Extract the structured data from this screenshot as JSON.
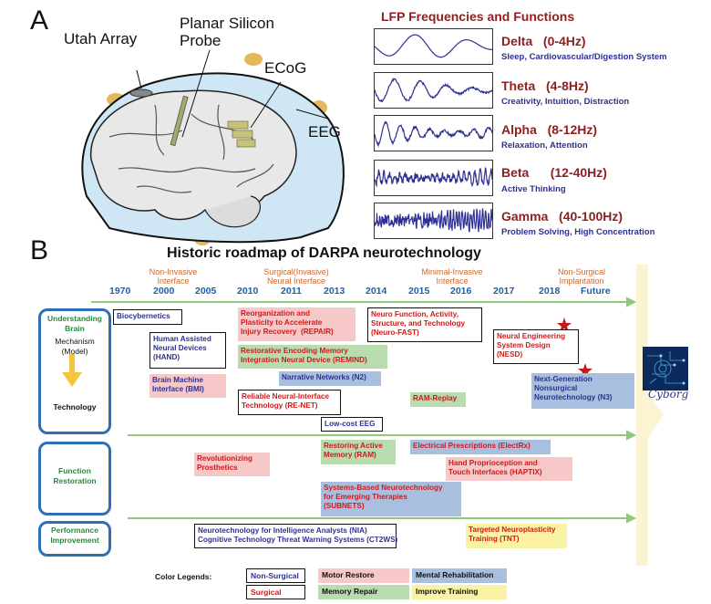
{
  "panel_a": {
    "letter": "A",
    "labels": {
      "utah": "Utah Array",
      "planar": "Planar Silicon\nProbe",
      "ecog": "ECoG",
      "eeg": "EEG"
    },
    "lfp_title": "LFP Frequencies and Functions",
    "bands": [
      {
        "name": "Delta",
        "range": "(0-4Hz)",
        "function": "Sleep, Cardiovascular/Digestion System"
      },
      {
        "name": "Theta",
        "range": "(4-8Hz)",
        "function": "Creativity, Intuition, Distraction"
      },
      {
        "name": "Alpha",
        "range": "(8-12Hz)",
        "function": "Relaxation, Attention"
      },
      {
        "name": "Beta",
        "range": "(12-40Hz)",
        "function": "Active Thinking"
      },
      {
        "name": "Gamma",
        "range": "(40-100Hz)",
        "function": "Problem Solving, High Concentration"
      }
    ],
    "colors": {
      "wave": "#2e3192",
      "band_name": "#8e1f1f",
      "head": "#cfe6f5",
      "brain": "#e8e8e8"
    }
  },
  "panel_b": {
    "letter": "B",
    "title": "Historic roadmap of DARPA neurotechnology",
    "years": [
      "1970",
      "2000",
      "2005",
      "2010",
      "2011",
      "2013",
      "2014",
      "2015",
      "2016",
      "2017",
      "2018",
      "Future"
    ],
    "eras": [
      "Non-Invasive\nInterface",
      "Surgical(Invasive)\nNeural Interface",
      "Minimal-Invasive\nInterface",
      "Non-Surgical\nImplantation"
    ],
    "rows": {
      "understanding": "Understanding\nBrain",
      "mechanism": "Mechanism\n(Model)",
      "technology": "Technology",
      "function": "Function\nRestoration",
      "performance": "Performance\nImprovement"
    },
    "cyborg": "Cyborg",
    "programs": [
      {
        "key": "bioc",
        "text": "Biocybernetics",
        "cat": "ns"
      },
      {
        "key": "hand",
        "text": "Human Assisted\nNeural Devices\n(HAND)",
        "cat": "ns"
      },
      {
        "key": "bmi",
        "text": "Brain Machine\nInterface (BMI)",
        "cat": "mot_ns"
      },
      {
        "key": "repair",
        "text": "Reorganization and\nPlasticity to Accelerate\nInjury Recovery  (REPAIR)",
        "cat": "mot"
      },
      {
        "key": "remind",
        "text": "Restorative Encoding Memory\nIntegration Neural Device (REMIND)",
        "cat": "mem"
      },
      {
        "key": "n2",
        "text": "Narrative Networks (N2)",
        "cat": "men"
      },
      {
        "key": "renet",
        "text": "Reliable Neural-Interface\nTechnology (RE-NET)",
        "cat": "sg"
      },
      {
        "key": "nfast",
        "text": "Neuro Function, Activity,\nStructure, and Technology\n(Neuro-FAST)",
        "cat": "sg"
      },
      {
        "key": "nesd",
        "text": "Neural Engineering\nSystem Design\n(NESD)",
        "cat": "sg"
      },
      {
        "key": "n3",
        "text": "Next-Generation\nNonsurgical\nNeurotechnology (N3)",
        "cat": "men"
      },
      {
        "key": "ramreplay",
        "text": "RAM-Replay",
        "cat": "mem"
      },
      {
        "key": "lowcost",
        "text": "Low-cost EEG",
        "cat": "ns"
      },
      {
        "key": "revo",
        "text": "Revolutionizing\nProsthetics",
        "cat": "mot"
      },
      {
        "key": "ram",
        "text": "Restoring Active\nMemory (RAM)",
        "cat": "mem"
      },
      {
        "key": "electrx",
        "text": "Electrical Prescriptions (ElectRx)",
        "cat": "men_red"
      },
      {
        "key": "haptix",
        "text": "Hand Proprioception and\nTouch Interfaces (HAPTIX)",
        "cat": "mot"
      },
      {
        "key": "subnets",
        "text": "Systems-Based Neurotechnology\nfor Emerging Therapies\n(SUBNETS)",
        "cat": "men_red"
      },
      {
        "key": "nia",
        "text": "Neurotechnology for Intelligence Analysts (NIA)\nCognitive Technology Threat Warning Systems (CT2WS)",
        "cat": "ns"
      },
      {
        "key": "tnt",
        "text": "Targeted Neuroplasticity\nTraining (TNT)",
        "cat": "imp"
      }
    ],
    "legend": {
      "title": "Color Legends:",
      "non_surgical": "Non-Surgical",
      "surgical": "Surgical",
      "motor": "Motor Restore",
      "memory": "Memory Repair",
      "mental": "Mental Rehabilitation",
      "improve": "Improve Training"
    },
    "colors": {
      "year": "#1f5fa8",
      "era": "#d0662a",
      "arrow": "#8fca7c",
      "row_border": "#2f6fb5",
      "motor": "#f6c8c8",
      "memory": "#b8dcb0",
      "mental": "#a9bfe0",
      "improve": "#fbf3a4"
    }
  }
}
